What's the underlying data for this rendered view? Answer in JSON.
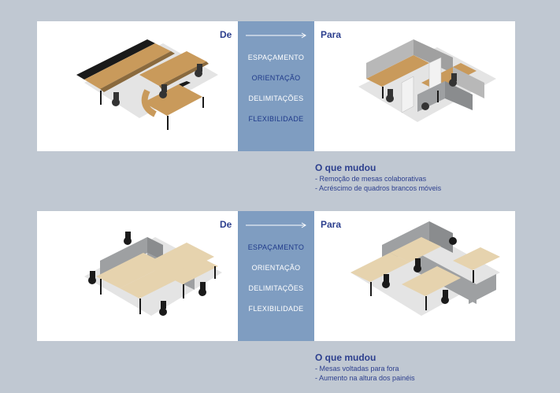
{
  "sections": [
    {
      "from_label": "De",
      "to_label": "Para",
      "keywords": [
        "ESPAÇAMENTO",
        "ORIENTAÇÃO",
        "DELIMITAÇÕES",
        "FLEXIBILIDADE"
      ],
      "keyword_styles": [
        "light",
        "dark",
        "light",
        "dark"
      ],
      "changes_title": "O que mudou",
      "changes": [
        "- Remoção de mesas colaborativas",
        "- Acréscimo de quadros brancos móveis"
      ]
    },
    {
      "from_label": "De",
      "to_label": "Para",
      "keywords": [
        "ESPAÇAMENTO",
        "ORIENTAÇÃO",
        "DELIMITAÇÕES",
        "FLEXIBILIDADE"
      ],
      "keyword_styles": [
        "dark",
        "light",
        "light",
        "light"
      ],
      "changes_title": "O que mudou",
      "changes": [
        "- Mesas voltadas para fora",
        "- Aumento na altura dos painéis"
      ]
    }
  ],
  "colors": {
    "background": "#c0c8d2",
    "band": "#7f9dc1",
    "heading": "#2c3f8e",
    "wood": "#c99a5b",
    "light_wood": "#e6d3ae",
    "panel_gray": "#9ea0a2",
    "frame": "#1a1a1a"
  }
}
